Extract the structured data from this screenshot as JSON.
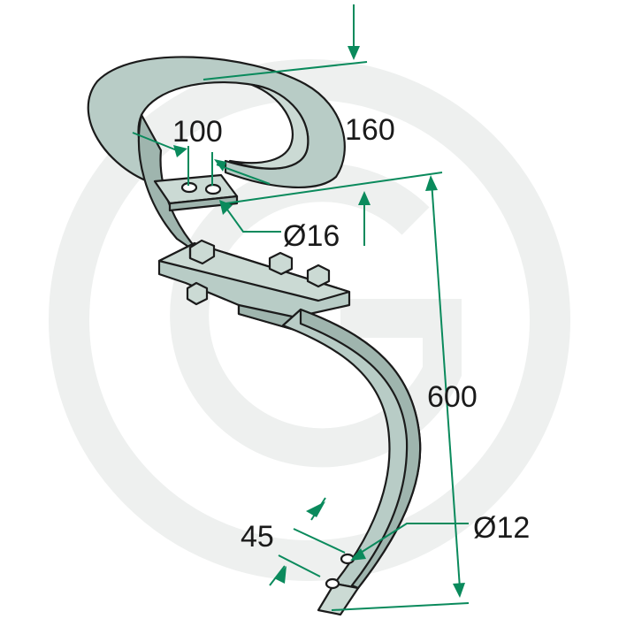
{
  "colors": {
    "background": "#ffffff",
    "watermark": "#eef0ef",
    "tine_fill": "#b8ccc6",
    "tine_light": "#cbdad4",
    "tine_inner": "#9fb5ae",
    "outline": "#1b1b1b",
    "dimension_line": "#0a8a5c",
    "label_text": "#1a1a1a"
  },
  "watermark": {
    "letter": "G",
    "icon": "brand-g-watermark-icon"
  },
  "dimensions": {
    "width_100": "100",
    "height_160": "160",
    "hole_top": "Ø16",
    "length_600": "600",
    "width_45": "45",
    "hole_bottom": "Ø12"
  }
}
